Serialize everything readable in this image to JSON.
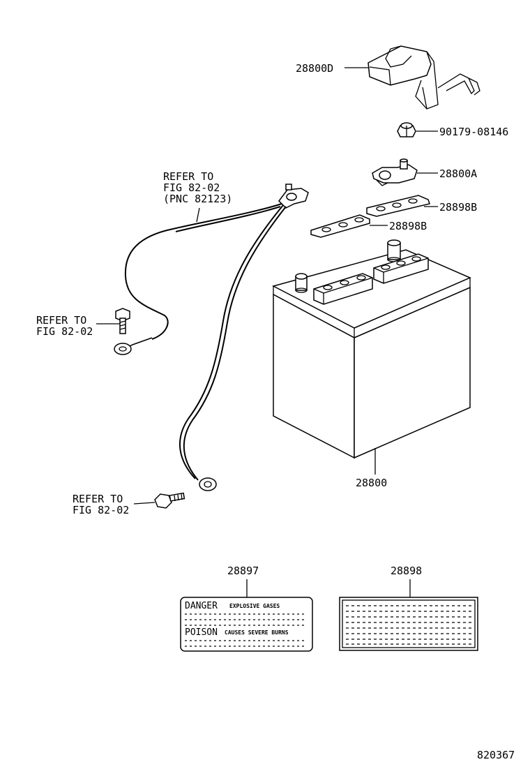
{
  "parts": {
    "hold_down_clamp": "28800D",
    "clamp_nut": "90179-08146",
    "terminal_clamp": "28800A",
    "terminal_cover_upper": "28898B",
    "terminal_cover_lower": "28898B",
    "battery": "28800",
    "danger_label": "28897",
    "info_label": "28898"
  },
  "refs": {
    "cable_ref_line1": "REFER TO",
    "cable_ref_line2": "FIG 82-02",
    "cable_ref_line3": "(PNC 82123)",
    "bolt1_ref_line1": "REFER TO",
    "bolt1_ref_line2": "FIG 82-02",
    "bolt2_ref_line1": "REFER TO",
    "bolt2_ref_line2": "FIG 82-02"
  },
  "danger_label_text": {
    "danger": "DANGER",
    "danger_sub": "EXPLOSIVE GASES",
    "poison": "POISON",
    "poison_sub": "CAUSES SEVERE BURNS"
  },
  "figure_number": "820367"
}
